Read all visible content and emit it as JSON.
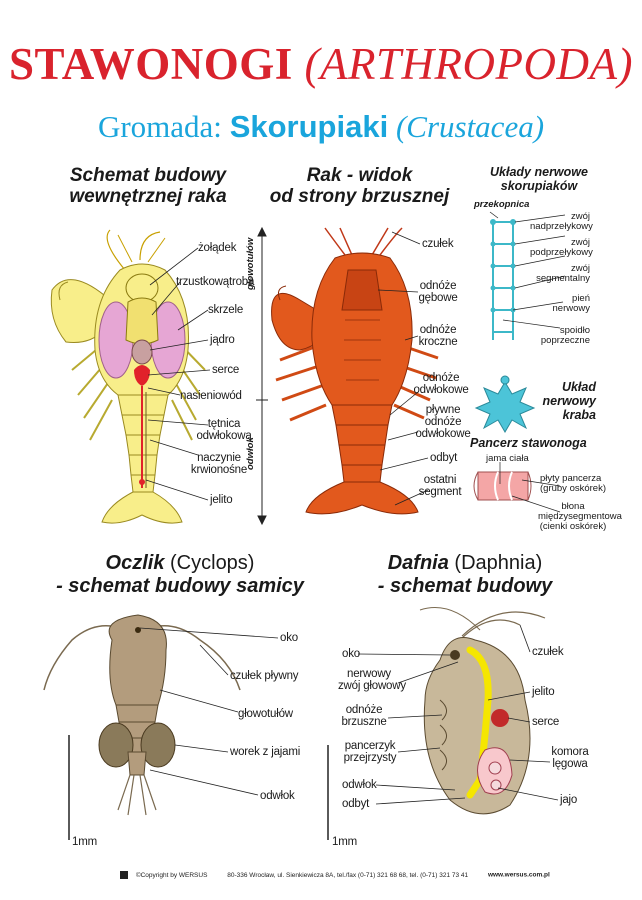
{
  "title": {
    "main": "STAWONOGI",
    "latin": "(ARTHROPODA)"
  },
  "subtitle": {
    "prefix": "Gromada:",
    "name": "Skorupiaki",
    "latin": "(Crustacea)"
  },
  "sections": {
    "internal": {
      "line1": "Schemat budowy",
      "line2": "wewnętrznej raka"
    },
    "ventral": {
      "line1": "Rak - widok",
      "line2": "od strony brzusznej"
    },
    "nervous": {
      "line1": "Układy nerwowe",
      "line2": "skorupiaków"
    },
    "crab_nervous": {
      "line1": "Układ",
      "line2": "nerwowy",
      "line3": "kraba"
    },
    "shell": {
      "title": "Pancerz stawonoga"
    },
    "cyclops": {
      "name": "Oczlik",
      "latin": "(Cyclops)",
      "line2": "- schemat budowy samicy"
    },
    "daphnia": {
      "name": "Dafnia",
      "latin": "(Daphnia)",
      "line2": "- schemat budowy"
    }
  },
  "internal_labels": {
    "zoladek": "żołądek",
    "trzustkowatroba": "trzustkowątroba",
    "skrzele": "skrzele",
    "jadro": "jądro",
    "serce": "serce",
    "nasieniowod": "nasieniowód",
    "tetnica1": "tętnica",
    "tetnica2": "odwłokowa",
    "naczynie1": "naczynie",
    "naczynie2": "krwionośne",
    "jelito": "jelito"
  },
  "axis_labels": {
    "glowotulow": "głowotułów",
    "odwlok": "odwłok"
  },
  "ventral_labels": {
    "czulek": "czułek",
    "odnoze_gebowe1": "odnóże",
    "odnoze_gebowe2": "gębowe",
    "odnoze_kroczne1": "odnóże",
    "odnoze_kroczne2": "kroczne",
    "odnoze_odwlokowe1": "odnóże",
    "odnoze_odwlokowe2": "odwłokowe",
    "plywne1": "pływne",
    "plywne2": "odnóże",
    "plywne3": "odwłokowe",
    "odbyt": "odbyt",
    "ostatni1": "ostatni",
    "ostatni2": "segment"
  },
  "nervous_labels": {
    "przekopnica": "przekopnica",
    "zwoj1a": "zwój",
    "zwoj1b": "nadprzełykowy",
    "zwoj2a": "zwój",
    "zwoj2b": "podprzełykowy",
    "zwoj3a": "zwój",
    "zwoj3b": "segmentalny",
    "pien1": "pień",
    "pien2": "nerwowy",
    "spoidlo1": "spoidło",
    "spoidlo2": "poprzeczne"
  },
  "shell_labels": {
    "jama": "jama ciała",
    "plyty1": "płyty pancerza",
    "plyty2": "(gruby oskórek)",
    "blona1": "błona",
    "blona2": "międzysegmentowa",
    "blona3": "(cienki oskórek)"
  },
  "cyclops_labels": {
    "oko": "oko",
    "czulek": "czułek pływny",
    "glowotulow": "głowotułów",
    "worek": "worek z jajami",
    "odwlok": "odwłok",
    "scale": "1mm"
  },
  "daphnia_labels": {
    "oko": "oko",
    "zwoj1": "nerwowy",
    "zwoj2": "zwój głowowy",
    "odnoze1": "odnóże",
    "odnoze2": "brzuszne",
    "pancerzyk1": "pancerzyk",
    "pancerzyk2": "przejrzysty",
    "odwlok": "odwłok",
    "odbyt": "odbyt",
    "czulek": "czułek",
    "jelito": "jelito",
    "serce": "serce",
    "komora1": "komora",
    "komora2": "lęgowa",
    "jajo": "jajo",
    "scale": "1mm"
  },
  "footer": {
    "copyright": "©Copyright by WERSUS",
    "address": "80-336 Wrocław, ul. Sienkiewicza 8A, tel./fax (0-71) 321 68 68, tel. (0-71) 321 73 41",
    "web": "www.wersus.com.pl"
  },
  "colors": {
    "title": "#d9232d",
    "subtitle": "#1aa5dc",
    "crayfish_body": "#f8ee8a",
    "crayfish_ventral": "#e2591d",
    "nerve": "#3cb8c8",
    "copepod": "#b39c7d",
    "daphnia_gut": "#f5e600"
  }
}
